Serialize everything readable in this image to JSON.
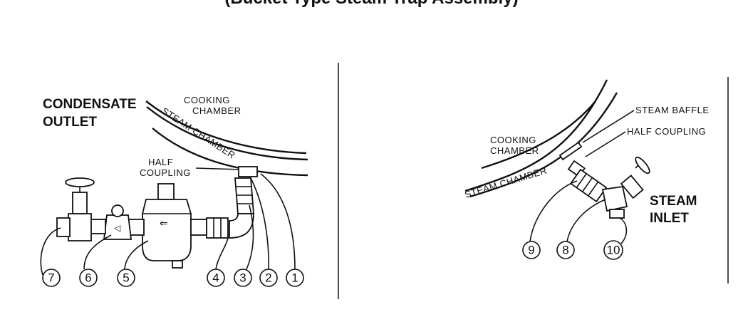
{
  "title": "(Bucket Type Steam Trap Assembly)",
  "left_diagram": {
    "outlet_label_line1": "CONDENSATE",
    "outlet_label_line2": "OUTLET",
    "cooking_line1": "COOKING",
    "cooking_line2": "CHAMBER",
    "steam_chamber": "STEAM CHAMBER",
    "half_coupling_line1": "HALF",
    "half_coupling_line2": "COUPLING",
    "callouts": [
      "7",
      "6",
      "5",
      "4",
      "3",
      "2",
      "1"
    ]
  },
  "right_diagram": {
    "steam_baffle": "STEAM BAFFLE",
    "half_coupling": "HALF COUPLING",
    "cooking_line1": "COOKING",
    "cooking_line2": "CHAMBER",
    "steam_chamber": "STEAM CHAMBER",
    "inlet_label_line1": "STEAM",
    "inlet_label_line2": "INLET",
    "callouts": [
      "9",
      "8",
      "10"
    ]
  }
}
